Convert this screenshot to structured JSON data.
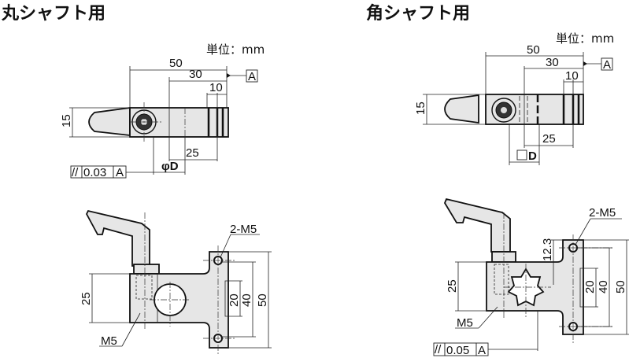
{
  "titles": {
    "round_shaft": "丸シャフト用",
    "square_shaft": "角シャフト用"
  },
  "unit_label": "単位：mm",
  "round": {
    "top": {
      "dim_total": "50",
      "dim_30": "30",
      "dim_10": "10",
      "dim_15": "15",
      "dim_25": "25",
      "dim_d": "φD",
      "datum": "A",
      "tolerance": {
        "symbol": "//",
        "value": "0.03",
        "datum": "A"
      }
    },
    "front": {
      "dim_25": "25",
      "dim_20": "20",
      "dim_40": "40",
      "dim_50": "50",
      "holes": "2-M5",
      "thread": "M5"
    }
  },
  "square": {
    "top": {
      "dim_total": "50",
      "dim_30": "30",
      "dim_10": "10",
      "dim_15": "15",
      "dim_25": "25",
      "dim_d": "D",
      "datum": "A"
    },
    "front": {
      "dim_12_3": "12.3",
      "dim_25": "25",
      "dim_20": "20",
      "dim_40": "40",
      "dim_50": "50",
      "holes": "2-M5",
      "thread": "M5",
      "tolerance": {
        "symbol": "//",
        "value": "0.05",
        "datum": "A"
      }
    }
  }
}
